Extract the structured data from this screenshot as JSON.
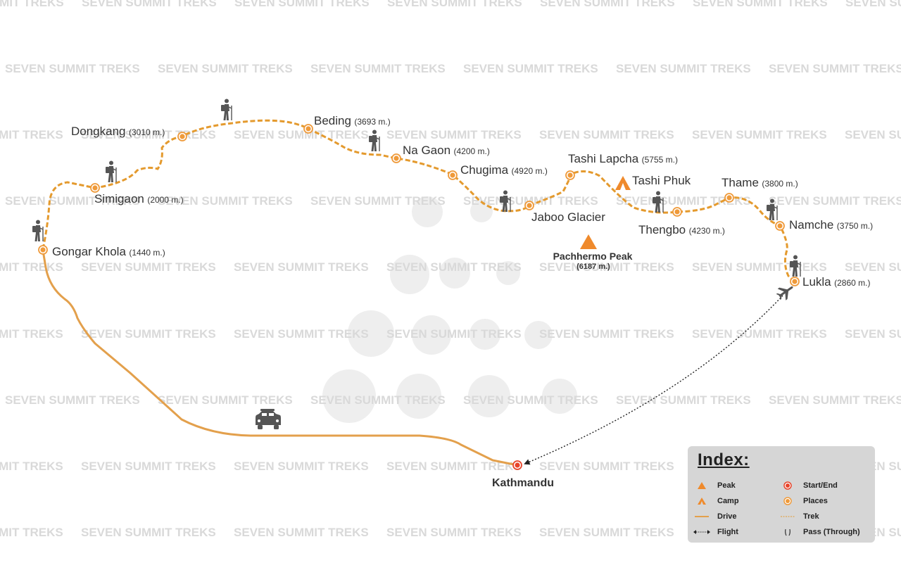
{
  "watermark": "SEVEN SUMMIT TREKS",
  "colors": {
    "route": "#e49a2e",
    "drive": "#e3a04c",
    "peak": "#ef8a2c",
    "start_end": "#e8442a",
    "place": "#ef9a3a",
    "hiker": "#555555",
    "flight": "#222222",
    "index_bg": "#d6d6d6"
  },
  "places": [
    {
      "id": "gongar-khola",
      "name": "Gongar Khola",
      "elev": "(1440 m.)"
    },
    {
      "id": "simigaon",
      "name": "Simigaon",
      "elev": "(2000 m.)"
    },
    {
      "id": "dongkang",
      "name": "Dongkang",
      "elev": "(3010 m.)"
    },
    {
      "id": "beding",
      "name": "Beding",
      "elev": "(3693 m.)"
    },
    {
      "id": "na-gaon",
      "name": "Na Gaon",
      "elev": "(4200 m.)"
    },
    {
      "id": "chugima",
      "name": "Chugima",
      "elev": "(4920 m.)"
    },
    {
      "id": "jaboo-glacier",
      "name": "Jaboo Glacier",
      "elev": ""
    },
    {
      "id": "tashi-lapcha",
      "name": "Tashi Lapcha",
      "elev": "(5755 m.)"
    },
    {
      "id": "thengbo",
      "name": "Thengbo",
      "elev": "(4230 m.)"
    },
    {
      "id": "thame",
      "name": "Thame",
      "elev": "(3800 m.)"
    },
    {
      "id": "namche",
      "name": "Namche",
      "elev": "(3750 m.)"
    },
    {
      "id": "lukla",
      "name": "Lukla",
      "elev": "(2860 m.)"
    }
  ],
  "start_end": {
    "name": "Kathmandu"
  },
  "peak": {
    "name": "Pachhermo Peak",
    "elev": "(6187 m.)"
  },
  "camp": {
    "name": "Tashi Phuk"
  },
  "index": {
    "title": "Index:",
    "items": [
      {
        "symbol": "peak-icon",
        "label": "Peak"
      },
      {
        "symbol": "camp-icon",
        "label": "Camp"
      },
      {
        "symbol": "drive-line",
        "label": "Drive"
      },
      {
        "symbol": "flight-line",
        "label": "Flight"
      },
      {
        "symbol": "start-end-dot",
        "label": "Start/End"
      },
      {
        "symbol": "place-dot",
        "label": "Places"
      },
      {
        "symbol": "trek-line",
        "label": "Trek"
      },
      {
        "symbol": "pass-icon",
        "label": "Pass (Through)"
      }
    ]
  }
}
